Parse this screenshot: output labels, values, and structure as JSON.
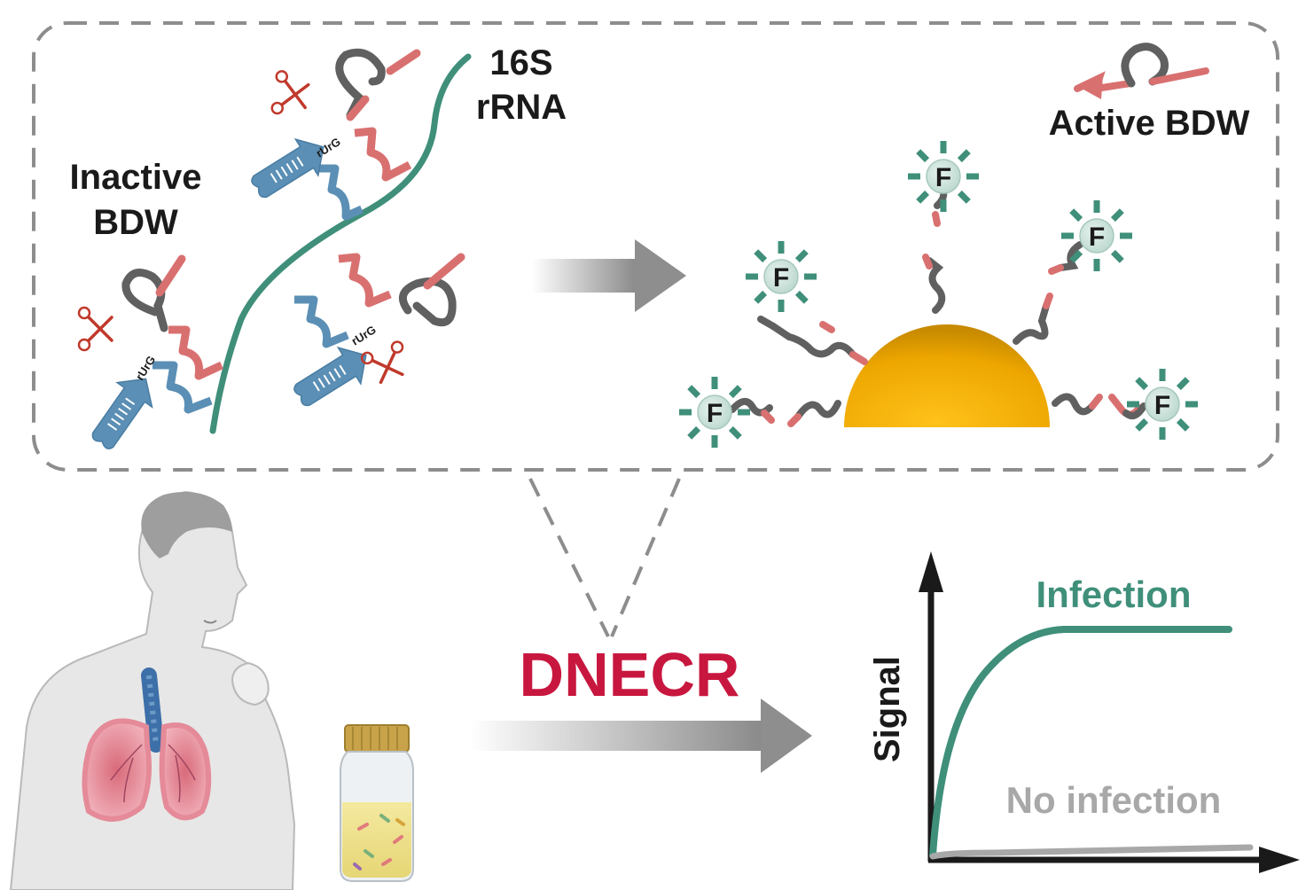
{
  "zoom_panel": {
    "inactive_label_line1": "Inactive",
    "inactive_label_line2": "BDW",
    "target_label_line1": "16S",
    "target_label_line2": "rRNA",
    "active_label": "Active BDW",
    "cleavage_site_label": "rUrG",
    "fluorophore_label": "F"
  },
  "method": {
    "title": "DNECR",
    "title_color": "#c8173f"
  },
  "chart_data": {
    "type": "line",
    "ylabel": "Signal",
    "xlabel": "",
    "series": [
      {
        "name": "Infection",
        "color": "#3f8f7a"
      },
      {
        "name": "No infection",
        "color": "#a8a8a8"
      }
    ]
  },
  "colors": {
    "teal": "#3f8f7a",
    "probe_red": "#d97070",
    "probe_blue": "#5b8fb5",
    "loop_gray": "#606060",
    "gold": "#f0a800",
    "scissor_red": "#c0392b"
  },
  "icons": [
    "scissors-icon",
    "fluorophore-icon",
    "gold-nanoparticle-icon",
    "patient-illustration",
    "sample-jar-icon"
  ]
}
